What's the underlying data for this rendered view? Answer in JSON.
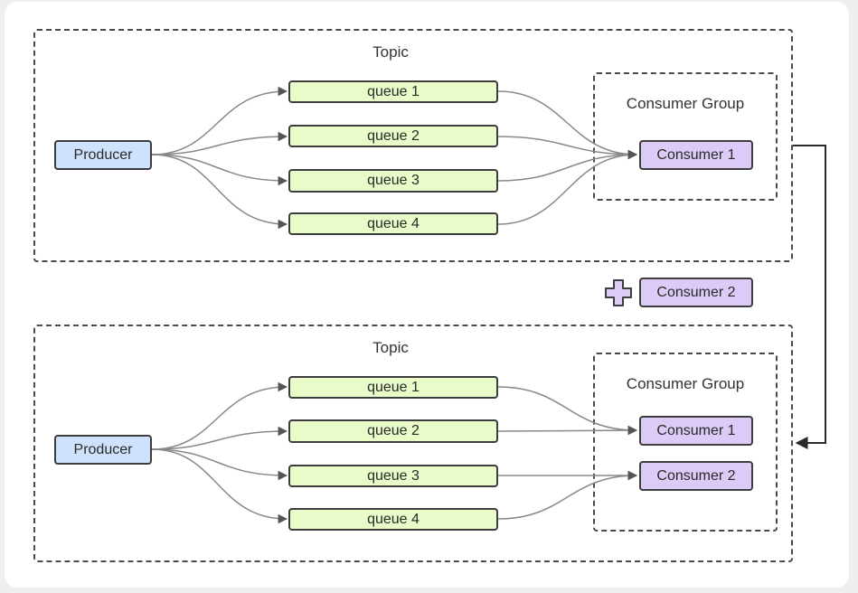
{
  "diagram": {
    "top": {
      "topic_label": "Topic",
      "producer": "Producer",
      "queues": [
        "queue 1",
        "queue 2",
        "queue 3",
        "queue 4"
      ],
      "group_label": "Consumer Group",
      "consumers": [
        "Consumer 1"
      ]
    },
    "added_consumer": "Consumer 2",
    "bottom": {
      "topic_label": "Topic",
      "producer": "Producer",
      "queues": [
        "queue 1",
        "queue 2",
        "queue 3",
        "queue 4"
      ],
      "group_label": "Consumer Group",
      "consumers": [
        "Consumer 1",
        "Consumer 2"
      ]
    },
    "colors": {
      "queue_fill": "#e8fbc9",
      "producer_fill": "#cfe2fb",
      "consumer_fill": "#dccbf6",
      "plus_fill": "#dccbf6"
    }
  }
}
